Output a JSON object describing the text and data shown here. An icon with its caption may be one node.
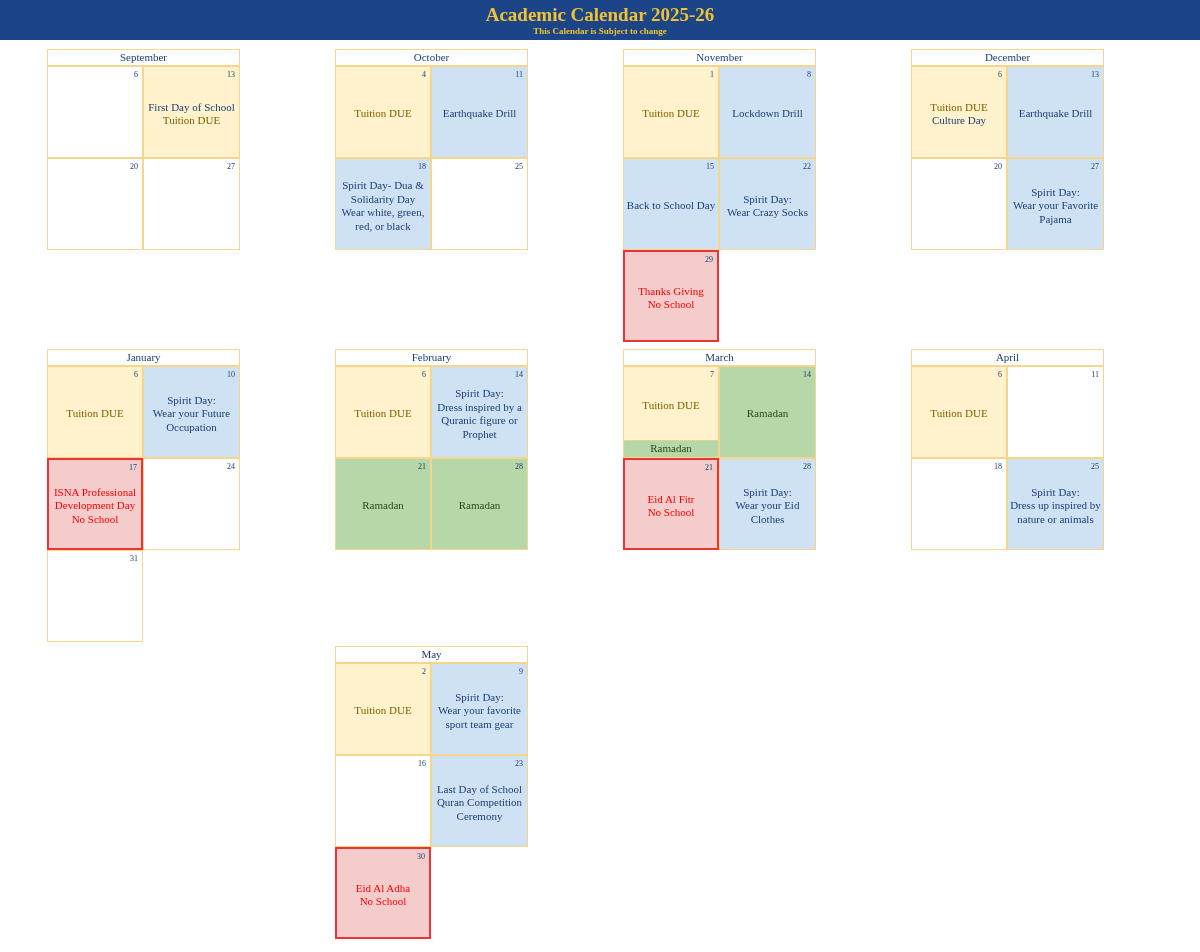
{
  "diagram": {
    "title": "Academic Calendar 2025-26",
    "labels": [
      "This Calendar is Subject to change"
    ],
    "nodes": [
      {
        "text": [
          "September"
        ]
      },
      {
        "text": [
          "6"
        ]
      },
      {
        "text": [
          "13",
          "First Day of School",
          "Tuition DUE"
        ]
      },
      {
        "text": [
          "20"
        ]
      },
      {
        "text": [
          "27"
        ]
      },
      {
        "text": [
          "October"
        ]
      },
      {
        "text": [
          "4",
          "Tuition DUE"
        ]
      },
      {
        "text": [
          "11",
          "Earthquake Drill"
        ]
      },
      {
        "text": [
          "18",
          "Spirit Day- Dua & Solidarity Day",
          "Wear white, green, red, or black"
        ]
      },
      {
        "text": [
          "25"
        ]
      },
      {
        "text": [
          "November"
        ]
      },
      {
        "text": [
          "1",
          "Tuition DUE"
        ]
      },
      {
        "text": [
          "8",
          "Lockdown Drill"
        ]
      },
      {
        "text": [
          "15",
          "Back to School Day"
        ]
      },
      {
        "text": [
          "22",
          "Spirit Day:",
          "Wear Crazy Socks"
        ]
      },
      {
        "text": [
          "29",
          "Thanks Giving",
          "No School"
        ]
      },
      {
        "text": [
          "December"
        ]
      },
      {
        "text": [
          "6",
          "Tuition DUE",
          "Culture Day"
        ]
      },
      {
        "text": [
          "13",
          "Earthquake Drill"
        ]
      },
      {
        "text": [
          "20"
        ]
      },
      {
        "text": [
          "27",
          "Spirit Day:",
          "Wear your Favorite Pajama"
        ]
      },
      {
        "text": [
          "January"
        ]
      },
      {
        "text": [
          "6",
          "Tuition DUE"
        ]
      },
      {
        "text": [
          "10",
          "Spirit Day:",
          "Wear your Future Occupation"
        ]
      },
      {
        "text": [
          "17",
          "ISNA Professional Development Day",
          "No School"
        ]
      },
      {
        "text": [
          "24"
        ]
      },
      {
        "text": [
          "31"
        ]
      },
      {
        "text": [
          "February"
        ]
      },
      {
        "text": [
          "6",
          "Tuition DUE"
        ]
      },
      {
        "text": [
          "14",
          "Spirit Day:",
          "Dress inspired by a Quranic figure or Prophet"
        ]
      },
      {
        "text": [
          "21",
          "Ramadan"
        ]
      },
      {
        "text": [
          "28",
          "Ramadan"
        ]
      },
      {
        "text": [
          "March"
        ]
      },
      {
        "text": [
          "7",
          "Tuition DUE"
        ]
      },
      {
        "text": [
          "Ramadan"
        ],
        "in": 33
      },
      {
        "text": [
          "14",
          "Ramadan"
        ]
      },
      {
        "text": [
          "21",
          "Eid Al Fitr",
          "No School"
        ]
      },
      {
        "text": [
          "28",
          "Spirit Day:",
          "Wear your Eid Clothes"
        ]
      },
      {
        "text": [
          "April"
        ]
      },
      {
        "text": [
          "6",
          "Tuition DUE"
        ]
      },
      {
        "text": [
          "11"
        ]
      },
      {
        "text": [
          "18"
        ]
      },
      {
        "text": [
          "25",
          "Spirit Day:",
          "Dress up inspired by nature or animals"
        ]
      },
      {
        "text": [
          "May"
        ]
      },
      {
        "text": [
          "2",
          "Tuition DUE"
        ]
      },
      {
        "text": [
          "9",
          "Spirit Day:",
          "Wear your favorite sport team gear"
        ]
      },
      {
        "text": [
          "16"
        ]
      },
      {
        "text": [
          "23",
          "Last Day of School",
          "Quran Competition Ceremony"
        ]
      },
      {
        "text": [
          "30",
          "Eid Al Adha",
          "No School"
        ]
      }
    ]
  }
}
